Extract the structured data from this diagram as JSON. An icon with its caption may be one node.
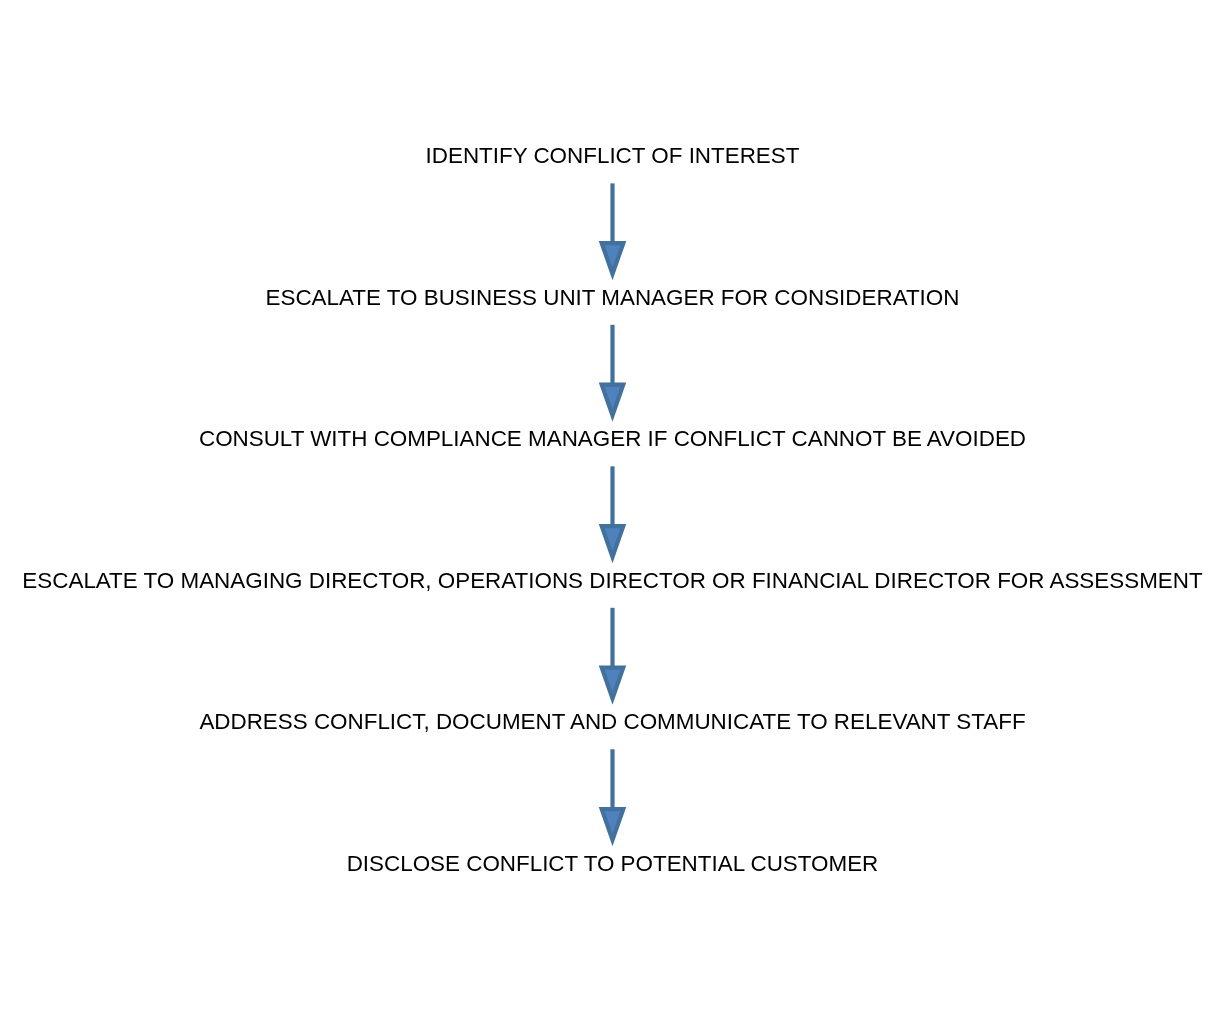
{
  "diagram": {
    "nodes": [
      {
        "text": [
          "IDENTIFY CONFLICT OF INTEREST"
        ]
      },
      {
        "text": [
          "ESCALATE TO BUSINESS UNIT MANAGER FOR CONSIDERATION"
        ]
      },
      {
        "text": [
          "CONSULT WITH COMPLIANCE MANAGER IF CONFLICT CANNOT BE AVOIDED"
        ]
      },
      {
        "text": [
          "ESCALATE TO MANAGING DIRECTOR, OPERATIONS DIRECTOR OR FINANCIAL DIRECTOR FOR ASSESSMENT"
        ]
      },
      {
        "text": [
          "ADDRESS CONFLICT, DOCUMENT AND COMMUNICATE TO RELEVANT STAFF"
        ]
      },
      {
        "text": [
          "DISCLOSE CONFLICT TO POTENTIAL CUSTOMER"
        ]
      }
    ],
    "edges": [
      {
        "from": 0,
        "to": 1,
        "arrow": "to"
      },
      {
        "from": 1,
        "to": 2,
        "arrow": "to"
      },
      {
        "from": 2,
        "to": 3,
        "arrow": "to"
      },
      {
        "from": 3,
        "to": 4,
        "arrow": "to"
      },
      {
        "from": 4,
        "to": 5,
        "arrow": "to"
      }
    ]
  }
}
